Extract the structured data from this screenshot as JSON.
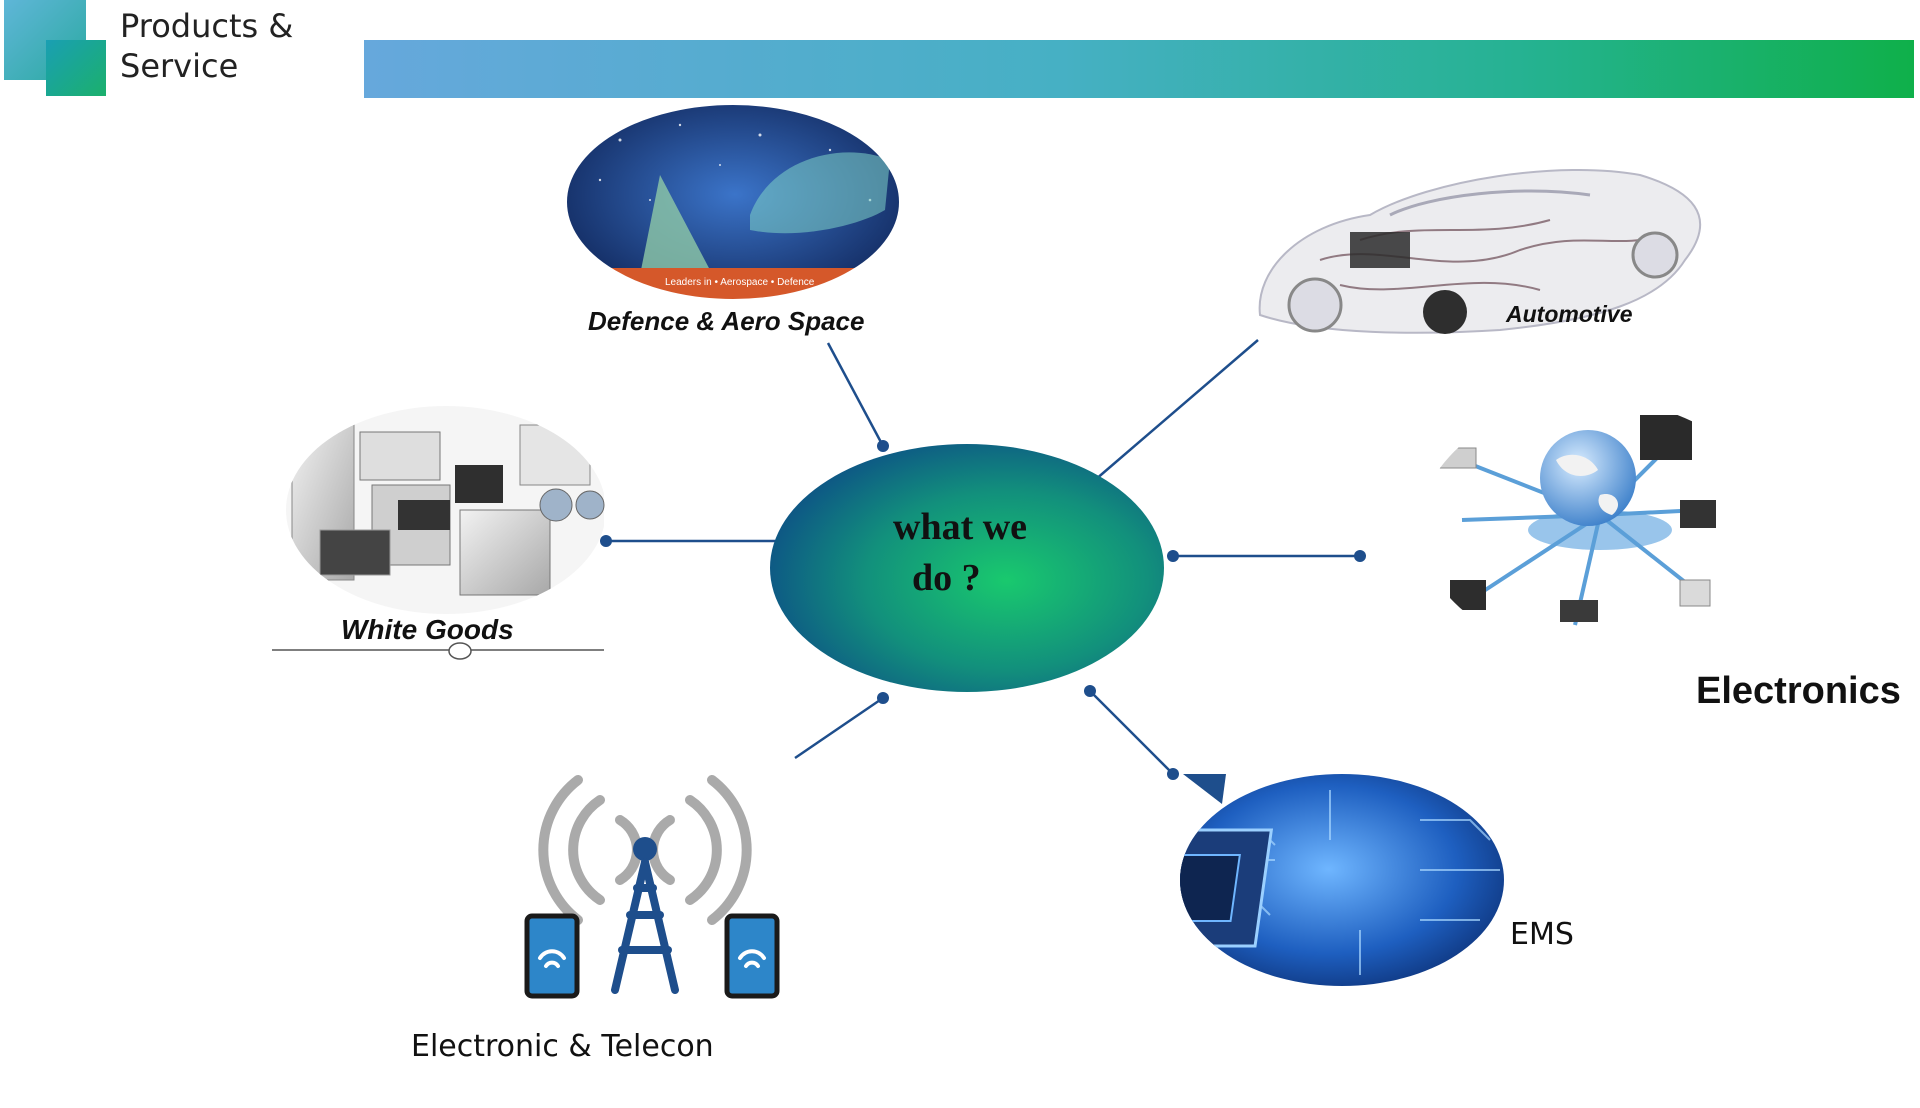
{
  "header": {
    "title_line1": "Products &",
    "title_line2": "Service"
  },
  "center": {
    "line1": "what we",
    "line2": "do ?"
  },
  "segments": {
    "defence": "Defence & Aero Space",
    "defence_banner": "Leaders in • Aerospace • Defence",
    "automotive": "Automotive",
    "white_goods": "White Goods",
    "electronics": "Electronics",
    "ems": "EMS",
    "telecom": "Electronic & Telecon"
  },
  "colors": {
    "center_outer": "#0d4f86",
    "center_inner": "#19c96e",
    "connector": "#1e4e8c",
    "bar_start": "#66a8dc",
    "bar_end": "#0fb04a"
  }
}
